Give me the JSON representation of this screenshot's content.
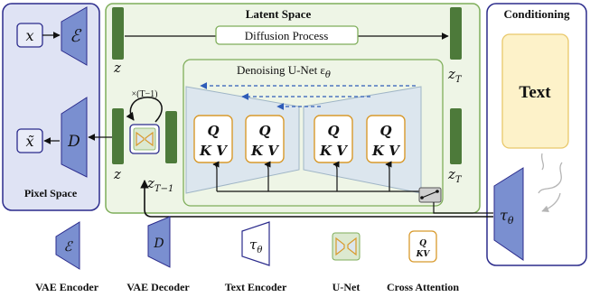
{
  "pixel_space": {
    "title": "Pixel Space",
    "input_var": "x",
    "output_var": "x̃",
    "encoder_sym": "ℰ",
    "decoder_sym": "D"
  },
  "latent_space": {
    "title": "Latent Space",
    "process": "Diffusion Process",
    "z_top": "z",
    "z_bottom": "z",
    "zT_top": "z",
    "zT_top_sub": "T",
    "zT_bottom": "z",
    "zT_bottom_sub": "T",
    "z_tm1": "z",
    "z_tm1_sub": "T−1",
    "repeat_label": "×(T−1)",
    "unet_title": "Denoising U-Net ε",
    "unet_title_sub": "θ",
    "attn_q": "Q",
    "attn_kv": "K V"
  },
  "conditioning": {
    "title": "Conditioning",
    "text_box": "Text",
    "tau": "τ",
    "tau_sub": "θ"
  },
  "legend": [
    {
      "symbol": "ℰ",
      "label": "VAE Encoder"
    },
    {
      "symbol": "D",
      "label": "VAE Decoder"
    },
    {
      "symbol": "τ",
      "symbol_sub": "θ",
      "label": "Text Encoder"
    },
    {
      "symbol": "",
      "label": "U-Net"
    },
    {
      "symbol_q": "Q",
      "symbol_kv": "KV",
      "label": "Cross Attention"
    }
  ],
  "colors": {
    "pixel_bg": "#dfe3f4",
    "pixel_border": "#2b2b8c",
    "latent_bg": "#eef5e6",
    "latent_border": "#7fae5a",
    "cond_border": "#2b2b8c",
    "text_box_bg": "#fdf2c9",
    "text_box_border": "#e9c86a",
    "trapezoid": "#7a8fd0",
    "latent_bar": "#4d7a3a",
    "attn_border": "#d89a2c",
    "unet_bg": "#dce6ee",
    "dashed_arrow": "#2e5cb8"
  }
}
